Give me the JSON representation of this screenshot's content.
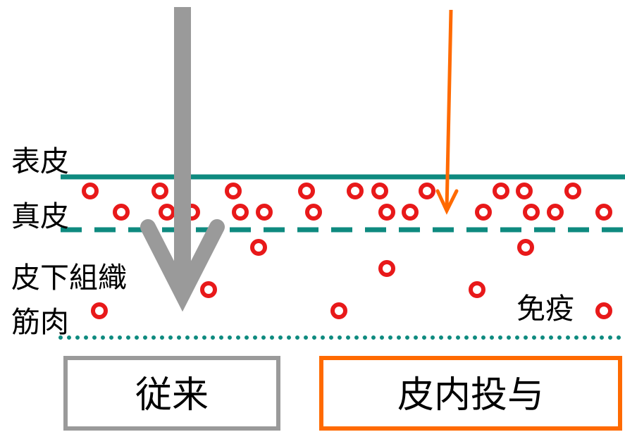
{
  "labels": {
    "epidermis": "表皮",
    "dermis": "真皮",
    "subcutaneous": "皮下組織",
    "muscle": "筋肉",
    "immune": "免疫"
  },
  "boxes": {
    "conventional": "従来",
    "intradermal": "皮内投与"
  },
  "colors": {
    "layer_line": "#0e8a7f",
    "muscle_line": "#0e8a7f",
    "immune_cell": "#e8191a",
    "conventional": "#9a9a9a",
    "intradermal": "#ff6a00",
    "text": "#000000"
  },
  "icons": {
    "immune_cell": "red-ring-icon",
    "conventional_arrow": "thick-down-arrow-icon",
    "intradermal_arrow": "thin-down-arrow-icon"
  }
}
